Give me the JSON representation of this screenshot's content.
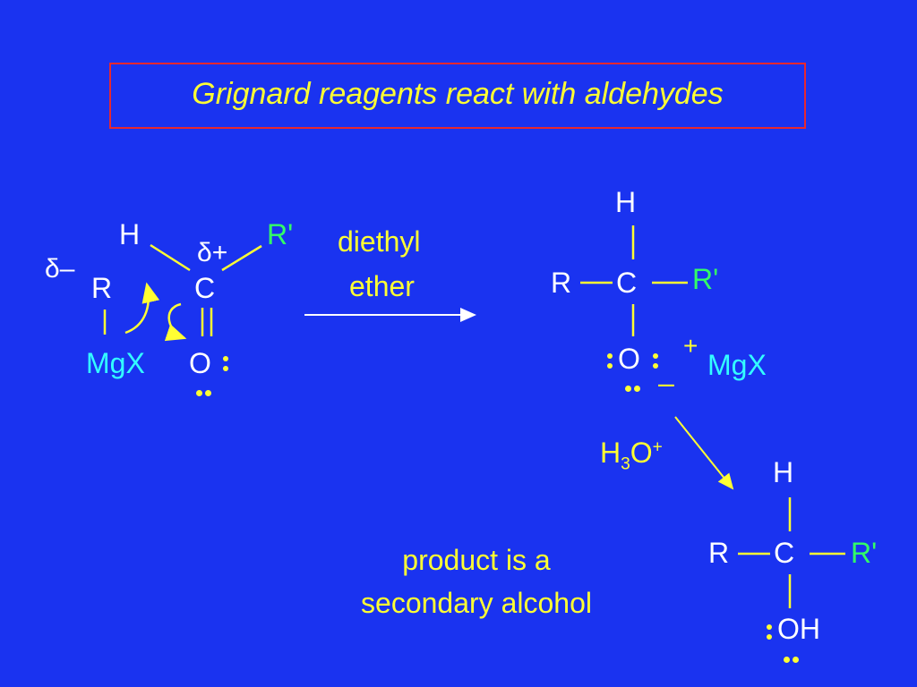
{
  "slide": {
    "title": "Grignard reagents react with aldehydes"
  },
  "reactant": {
    "partial_negative": "δ–",
    "partial_positive": "δ+",
    "H": "H",
    "R": "R",
    "C": "C",
    "R_prime": "R'",
    "O": "O",
    "MgX": "MgX"
  },
  "reaction_step1": {
    "solvent_line1": "diethyl",
    "solvent_line2": "ether"
  },
  "intermediate": {
    "H": "H",
    "R": "R",
    "C": "C",
    "R_prime": "R'",
    "O": "O",
    "negative_charge": "–",
    "positive_charge": "+",
    "MgX": "MgX"
  },
  "reaction_step2": {
    "reagent_H": "H",
    "reagent_sub": "3",
    "reagent_O": "O",
    "reagent_sup": "+"
  },
  "product": {
    "H": "H",
    "R": "R",
    "C": "C",
    "R_prime": "R'",
    "OH": "OH"
  },
  "caption": {
    "line1": "product is a",
    "line2": "secondary alcohol"
  },
  "colors": {
    "background": "#1a33f0",
    "title_border": "#e8282f",
    "yellow": "#ffff33",
    "green": "#33ff66",
    "cyan": "#33ffff",
    "white": "#ffffff"
  }
}
